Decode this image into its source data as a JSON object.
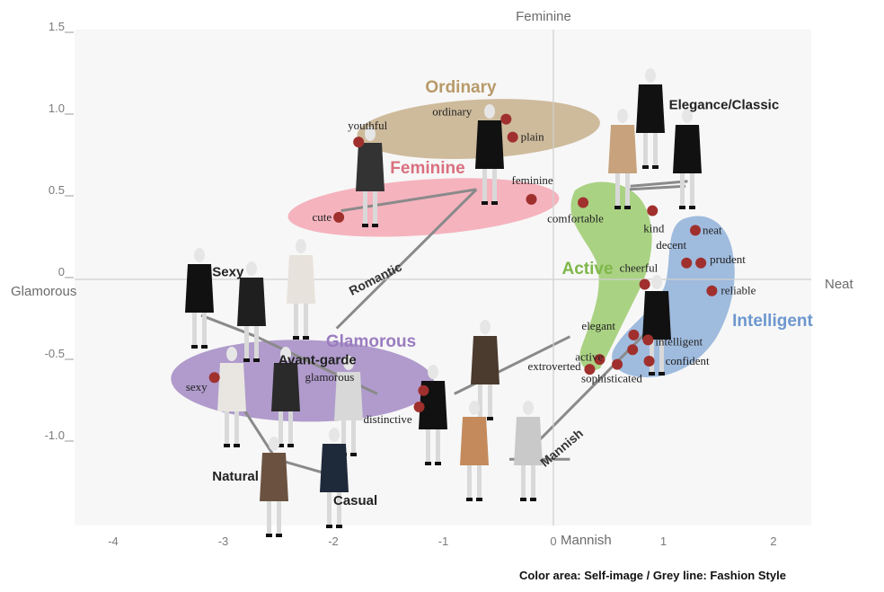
{
  "chart_data": {
    "type": "scatter",
    "xlim": [
      -4.3,
      2.3
    ],
    "ylim": [
      -1.45,
      1.6
    ],
    "x_ticks": [
      {
        "value": -4,
        "label": "-4"
      },
      {
        "value": -3,
        "label": "-3"
      },
      {
        "value": -2,
        "label": "-2"
      },
      {
        "value": -1,
        "label": "-1"
      },
      {
        "value": 0,
        "label": "0"
      },
      {
        "value": 1,
        "label": "1"
      },
      {
        "value": 2,
        "label": "2"
      }
    ],
    "y_ticks": [
      {
        "value": 1.5,
        "label": "1.5"
      },
      {
        "value": 1.0,
        "label": "1.0"
      },
      {
        "value": 0.5,
        "label": "0.5"
      },
      {
        "value": 0,
        "label": "0"
      },
      {
        "value": -0.5,
        "label": "-0.5"
      },
      {
        "value": -1.0,
        "label": "-1.0"
      }
    ],
    "axis_labels": {
      "top": "Feminine",
      "left": "Glamorous",
      "right": "Neat",
      "bottom": "Mannish"
    },
    "points": [
      {
        "label": "youthful",
        "x": -1.77,
        "y": 0.84
      },
      {
        "label": "ordinary",
        "x": -0.43,
        "y": 0.98
      },
      {
        "label": "plain",
        "x": -0.37,
        "y": 0.87
      },
      {
        "label": "feminine",
        "x": -0.2,
        "y": 0.49
      },
      {
        "label": "cute",
        "x": -1.95,
        "y": 0.38
      },
      {
        "label": "comfortable",
        "x": 0.27,
        "y": 0.47
      },
      {
        "label": "kind",
        "x": 0.9,
        "y": 0.42
      },
      {
        "label": "neat",
        "x": 1.29,
        "y": 0.3
      },
      {
        "label": "decent",
        "x": 1.21,
        "y": 0.1
      },
      {
        "label": "prudent",
        "x": 1.34,
        "y": 0.1
      },
      {
        "label": "cheerful",
        "x": 0.83,
        "y": -0.03
      },
      {
        "label": "reliable",
        "x": 1.44,
        "y": -0.07
      },
      {
        "label": "elegant",
        "x": 0.73,
        "y": -0.34
      },
      {
        "label": "intelligent",
        "x": 0.86,
        "y": -0.37
      },
      {
        "label": "active",
        "x": 0.72,
        "y": -0.43
      },
      {
        "label": "extroverted",
        "x": 0.42,
        "y": -0.49
      },
      {
        "label": "confident",
        "x": 0.87,
        "y": -0.5
      },
      {
        "label": "sophisticated",
        "x": 0.58,
        "y": -0.52
      },
      {
        "label": "sophisticated-2",
        "x": 0.33,
        "y": -0.55,
        "unlabeled": true
      },
      {
        "label": "sexy",
        "x": -3.08,
        "y": -0.6
      },
      {
        "label": "glamorous",
        "x": -1.18,
        "y": -0.68
      },
      {
        "label": "distinctive",
        "x": -1.22,
        "y": -0.78
      }
    ],
    "regions": [
      {
        "name": "Ordinary",
        "color": "#c7b08c",
        "text_color": "#b89a6a",
        "cx": -0.68,
        "cy": 0.92,
        "rx": 1.72,
        "ry": 0.18,
        "angle": -3
      },
      {
        "name": "Feminine",
        "color": "#f4a7b4",
        "text_color": "#d9707f",
        "cx": -1.18,
        "cy": 0.44,
        "rx": 1.98,
        "ry": 0.17,
        "angle": -4
      },
      {
        "name": "Glamorous",
        "color": "#a38bc4",
        "text_color": "#9a7cc0",
        "cx": -2.28,
        "cy": -0.62,
        "rx": 1.9,
        "ry": 0.25,
        "angle": 1
      },
      {
        "name": "Active",
        "color": "#9ccb6e",
        "text_color": "#7fb74a",
        "shape": "active-blob"
      },
      {
        "name": "Intelligent",
        "color": "#8fb0d9",
        "text_color": "#6d97cf",
        "shape": "intelligent-blob"
      }
    ],
    "fashion_styles": [
      {
        "name": "Romantic",
        "path": [
          [
            -1.97,
            -0.3
          ],
          [
            -0.7,
            0.55
          ]
        ],
        "label_x": -1.6,
        "label_y": -0.02,
        "angle": -27
      },
      {
        "name": "Mannish",
        "path": [
          [
            -0.3,
            -1.1
          ],
          [
            0.88,
            -0.3
          ]
        ],
        "label_x": 0.1,
        "label_y": -1.05,
        "angle": -40
      },
      {
        "name": "Sexy",
        "path": [
          [
            -3.2,
            -0.22
          ],
          [
            -2.7,
            -0.35
          ]
        ]
      },
      {
        "name": "Avant-garde",
        "path": [
          [
            -2.7,
            -0.35
          ],
          [
            -1.6,
            -0.7
          ]
        ]
      },
      {
        "name": "Natural",
        "path": [
          [
            -3.0,
            -0.6
          ],
          [
            -2.52,
            -1.1
          ]
        ]
      },
      {
        "name": "Casual",
        "path": [
          [
            -2.52,
            -1.1
          ],
          [
            -2.0,
            -1.2
          ]
        ]
      },
      {
        "name": "Elegance/Classic",
        "path": [
          [
            0.68,
            0.55
          ],
          [
            1.2,
            0.57
          ]
        ]
      }
    ],
    "style_labels": [
      {
        "text": "Sexy",
        "x": -3.1,
        "y": 0.02
      },
      {
        "text": "Avant-garde",
        "x": -2.5,
        "y": -0.52
      },
      {
        "text": "Natural",
        "x": -3.1,
        "y": -1.23
      },
      {
        "text": "Casual",
        "x": -2.0,
        "y": -1.38
      },
      {
        "text": "Elegance/Classic",
        "x": 1.05,
        "y": 1.04
      }
    ],
    "color_area_label": "Color area: Self-image",
    "line_label": "Grey line: Fashion Style"
  },
  "caption": "Color area: Self-image  /  Grey line: Fashion Style"
}
